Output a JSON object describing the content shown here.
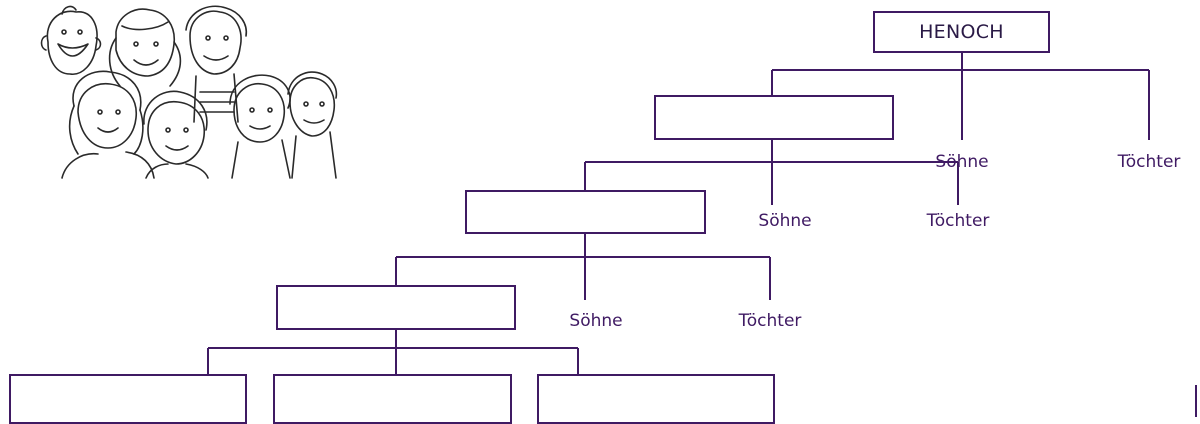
{
  "colors": {
    "line": "#3f1a63",
    "label": "#3f1a63",
    "sketch": "#2a2a2a"
  },
  "icons": {
    "illustration": "family-group-drawing"
  },
  "tree": {
    "root": {
      "label": "HENOCH"
    },
    "levels": [
      {
        "node": {
          "label": ""
        },
        "sons_label": "Söhne",
        "daughters_label": "Töchter"
      },
      {
        "node": {
          "label": ""
        },
        "sons_label": "Söhne",
        "daughters_label": "Töchter"
      },
      {
        "node": {
          "label": ""
        },
        "sons_label": "Söhne",
        "daughters_label": "Töchter"
      }
    ],
    "bottom_nodes": [
      {
        "label": ""
      },
      {
        "label": ""
      },
      {
        "label": ""
      }
    ]
  }
}
